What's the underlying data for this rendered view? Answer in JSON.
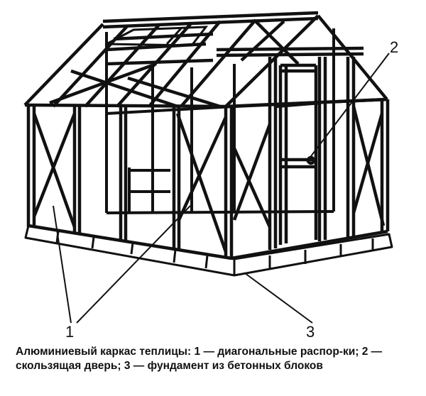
{
  "figure": {
    "callouts": {
      "one": "1",
      "two": "2",
      "three": "3"
    },
    "caption": "Алюминиевый каркас теплицы: 1 — диагональные распор-ки; 2 — скользящая дверь; 3 — фундамент из бетонных блоков"
  }
}
